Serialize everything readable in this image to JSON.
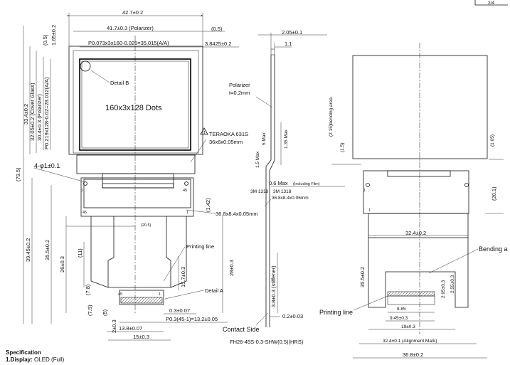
{
  "sheet": {
    "page_tag": "2/4"
  },
  "front_view": {
    "dims": {
      "overall_width": "42.7±0.2",
      "polarizer_width": "41.7±0.3 (Polarizer)",
      "polarizer_offset": "(0.5)",
      "aa_width": "P0.073x3x160-0.025=35.015(A/A)",
      "aa_offset": "3.8425±0.2",
      "top_05": "(0.5)",
      "top_165": "1.65±0.2",
      "glass_height": "33.4±0.2",
      "cover_glass": "32.05±0.2 (Cover Glass)",
      "polarizer_height": "30.4±0.3 (Polarizer)",
      "aa_height": "P0.219x128-0.02=28.012(A/A)",
      "total_height": "(79.5)",
      "left_3945": "39.45±0.2",
      "left_355": "35.5±0.2",
      "left_26": "26±0.3",
      "left_11": "(11)",
      "left_78": "(7.8)",
      "left_75": "(7.5)",
      "left_5": "(5)",
      "left_2": "2±0.3",
      "right_28": "28±0.3",
      "right_157": "15.7±0.3",
      "right_142": "(1.42)",
      "center_205": "(20.5)",
      "tape": "36.8x8.4x0.05mm",
      "bottom_03": "0.3±0.07",
      "bottom_pitch": "P0.3(45-1)=13.2±0.05",
      "bottom_138": "13.8±0.07",
      "bottom_15": "15±0.3",
      "holes": "4-φ1±0.1",
      "pin_left": "1",
      "pin_right": "45",
      "pin_mid": "45",
      "pin_low": "1"
    },
    "labels": {
      "screen": "160x3x128 Dots",
      "detail_b": "Detail B",
      "teraoka": "TERAOKA 631S",
      "teraoka_size": "36x6x0.05mm",
      "printing_line": "Printing line",
      "detail_a": "Detail A"
    }
  },
  "side_view": {
    "dims": {
      "w205": "2.05±0.1",
      "w11": "1.1",
      "polarizer": "Polarizer",
      "polarizer_t": "t=0.2mm",
      "max15": "1.5 Max",
      "max135": "1.35 Max",
      "max5": "5 Max",
      "max15b": "1.5 Max",
      "max06": "0.6 Max",
      "max06_note": "(Including Film)",
      "stiffener": "3.8±0.3 (stiffener)",
      "t02": "0.2±0.03",
      "m1318": "3M 1318",
      "m1318b": "3M 1318",
      "tape2": "36.8x8.4x0.06mm",
      "contact": "Contact Side",
      "connector": "FH26-45S-0.3-SHW(0.5)(HRS)"
    }
  },
  "back_view": {
    "dims": {
      "bending_area": "(2.15)bending area",
      "b15": "(1.5)",
      "b105": "(1.05)",
      "b201": "(20.1)",
      "w324": "32.4±0.2",
      "h355": "35.5±0.2",
      "d295": "2.95±0.3",
      "d255": "2.55±0.3",
      "d885": "8.85",
      "d945": "9.45±0.3",
      "d19": "19±0.3",
      "align": "32.4±0.1 (Alignment Mark)",
      "overall": "36.8±0.2",
      "pin1": "1",
      "pin1b": "1"
    },
    "labels": {
      "bending": "Bending a",
      "printing": "Printing line"
    }
  },
  "spec": {
    "heading": "Specification",
    "line1_key": "1.Display:",
    "line1_val": "OLED (Full)"
  }
}
